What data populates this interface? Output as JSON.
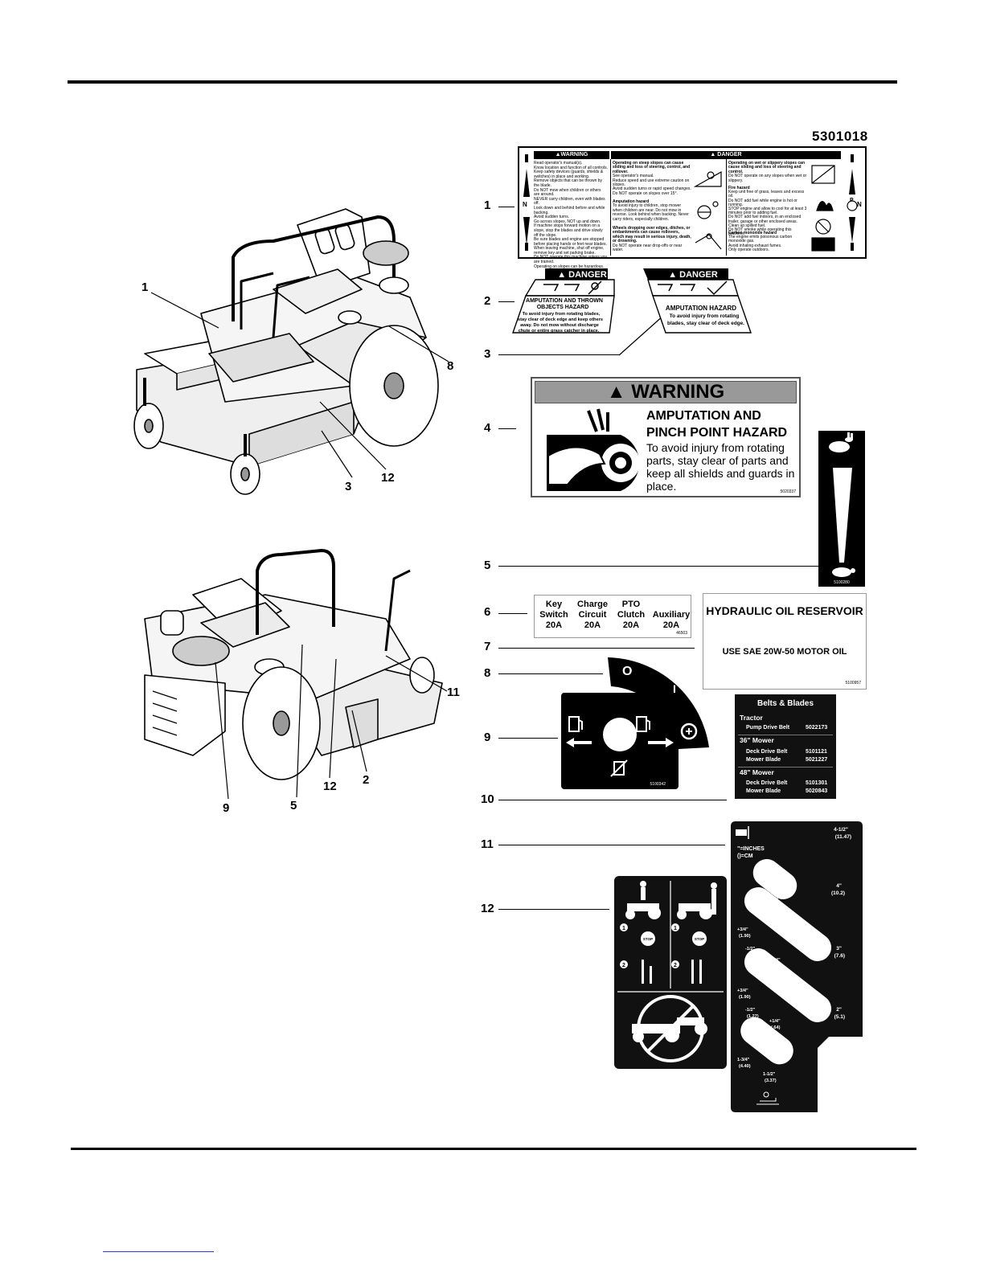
{
  "part_number": "5301018",
  "callouts_left": [
    "1",
    "8",
    "3",
    "12",
    "9",
    "5",
    "12",
    "2",
    "11"
  ],
  "callouts_right": [
    "1",
    "2",
    "3",
    "4",
    "5",
    "6",
    "7",
    "8",
    "9",
    "10",
    "11",
    "12"
  ],
  "decal1": {
    "warning_header": "▲WARNING",
    "danger_header": "▲ DANGER",
    "warning_bullets": [
      "Read operator's manual(s).",
      "Know location and function of all controls.",
      "Keep safety devices (guards, shields & switches) in place and working.",
      "Remove objects that can be thrown by the blade.",
      "Do NOT mow when children or others are around.",
      "NEVER carry children, even with blades off.",
      "Look down and behind before and while backing.",
      "Avoid sudden turns.",
      "Go across slopes, NOT up and down.",
      "If machine stops forward motion on a slope, stop the blades and drive slowly off the slope.",
      "Be sure blades and engine are stopped before placing hands or feet near blades.",
      "When leaving machine, shut off engine, remove key and set parking brake.",
      "Do NOT operate this machine unless you are trained.",
      "Operating on slopes can be hazardous."
    ],
    "danger_a_title": "Operating on steep slopes can cause sliding and loss of steering, control, and rollover.",
    "danger_a_bullets": [
      "See operator's manual.",
      "Reduce speed and use extreme caution on slopes.",
      "Avoid sudden turns or rapid speed changes.",
      "Do NOT operate on slopes over 15°."
    ],
    "danger_b_title": "Amputation hazard",
    "danger_b_text": "To avoid injury to children, stop mower when children are near. Do not mow in reverse. Look behind when backing. Never carry riders, especially children.",
    "danger_c_title": "Wheels dropping over edges, ditches, or embankments can cause rollovers, which may result in serious injury, death, or drowning.",
    "danger_c_text": "Do NOT operate near drop-offs or near water.",
    "danger_d_title": "Operating on wet or slippery slopes can cause sliding and loss of steering and control.",
    "danger_d_text": "Do NOT operate on any slopes when wet or slippery.",
    "danger_e_title": "Fire hazard",
    "danger_e_bullets": [
      "Keep unit free of grass, leaves and excess oil.",
      "Do NOT add fuel while engine is hot or running.",
      "STOP engine and allow to cool for at least 3 minutes prior to adding fuel.",
      "Do NOT add fuel indoors, in an enclosed trailer, garage or other enclosed areas.",
      "Clean up spilled fuel.",
      "Do NOT smoke while operating this machine."
    ],
    "danger_f_title": "Carbon monoxide hazard",
    "danger_f_text": "The engine emits poisonous carbon monoxide gas.",
    "danger_f_bullets": [
      "Avoid inhaling exhaust fumes.",
      "Only operate outdoors."
    ],
    "n_left": "N",
    "n_right": "N",
    "p_label": "P"
  },
  "decal2": {
    "header": "▲ DANGER",
    "lines": [
      "AMPUTATION AND THROWN",
      "OBJECTS HAZARD",
      "To avoid injury from rotating blades,",
      "stay clear of deck edge and keep others",
      "away. Do not mow without discharge",
      "chute or entire grass catcher in place."
    ]
  },
  "decal3": {
    "header": "▲ DANGER",
    "lines": [
      "AMPUTATION HAZARD",
      "To avoid injury from rotating",
      "blades, stay clear of deck edge."
    ]
  },
  "decal4": {
    "header": "▲ WARNING",
    "title_lines": [
      "AMPUTATION AND",
      "PINCH POINT HAZARD"
    ],
    "body": "To avoid injury from rotating parts, stay clear of parts and keep all shields and guards in place.",
    "code": "5020337"
  },
  "decal5": {
    "code": "5100280"
  },
  "decal6": {
    "fuses": [
      {
        "name1": "Key",
        "name2": "Switch",
        "amps": "20A"
      },
      {
        "name1": "Charge",
        "name2": "Circuit",
        "amps": "20A"
      },
      {
        "name1": "PTO",
        "name2": "Clutch",
        "amps": "20A"
      },
      {
        "name1": "",
        "name2": "Auxiliary",
        "amps": "20A"
      }
    ],
    "code": "46503"
  },
  "decal7": {
    "title": "HYDRAULIC OIL RESERVOIR",
    "body": "USE SAE 20W-50 MOTOR OIL",
    "code": "5100957"
  },
  "decal8": {
    "o_label": "O",
    "i_label": "I"
  },
  "decal9": {
    "code": "5100342"
  },
  "decal10": {
    "title": "Belts & Blades",
    "sections": [
      {
        "heading": "Tractor",
        "rows": [
          {
            "name": "Pump Drive Belt",
            "part": "5022173"
          }
        ]
      },
      {
        "heading": "36\" Mower",
        "rows": [
          {
            "name": "Deck Drive Belt",
            "part": "5101121"
          },
          {
            "name": "Mower Blade",
            "part": "5021227"
          }
        ]
      },
      {
        "heading": "48\" Mower",
        "rows": [
          {
            "name": "Deck Drive Belt",
            "part": "5101301"
          },
          {
            "name": "Mower Blade",
            "part": "5020843"
          }
        ]
      }
    ]
  },
  "decal11": {
    "units_inches": "\"=INCHES",
    "units_cm": "()=CM",
    "heights": [
      {
        "in": "4-1/2\"",
        "cm": "(11.47)"
      },
      {
        "in": "4\"",
        "cm": "(10.2)"
      },
      {
        "in": "3\"",
        "cm": "(7.6)"
      },
      {
        "in": "2\"",
        "cm": "(5.1)"
      }
    ],
    "adjust": [
      {
        "in": "+1/4\"",
        "cm": "(.64)"
      },
      {
        "in": "+3/4\"",
        "cm": "(1.90)"
      },
      {
        "in": "-1/2\"",
        "cm": "(1.27)"
      },
      {
        "in": "+1/4\"",
        "cm": "(.64)"
      },
      {
        "in": "+3/4\"",
        "cm": "(1.90)"
      },
      {
        "in": "-1/2\"",
        "cm": "(1.27)"
      },
      {
        "in": "+1/4\"",
        "cm": "(.64)"
      },
      {
        "in": "1-3/4\"",
        "cm": "(4.40)"
      },
      {
        "in": "1-1/2\"",
        "cm": "(3.37)"
      }
    ]
  },
  "decal12": {
    "step1": "1",
    "step2": "2",
    "stop": "STOP"
  }
}
